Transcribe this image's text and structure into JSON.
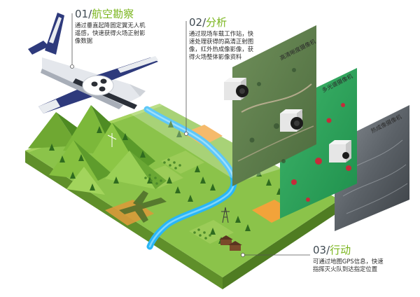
{
  "sections": [
    {
      "number": "01",
      "title": "航空勘察",
      "desc_lines": [
        "通过垂直起降固定翼无人机",
        "遥感，快速获得火场正射影",
        "像数据"
      ]
    },
    {
      "number": "02",
      "title": "分析",
      "desc_lines": [
        "通过现场车载工作站，快",
        "速处理获得的高清正射图",
        "像，红外热成像影像，获",
        "得火场整体影像资料"
      ]
    },
    {
      "number": "03",
      "title": "行动",
      "desc_lines": [
        "可通过地图GPS信息，快速",
        "指挥灭火队到达指定位置"
      ]
    }
  ],
  "cameras": [
    {
      "label": "高清晰度摄像机"
    },
    {
      "label": "多光谱摄像机"
    },
    {
      "label": "热成像摄像机"
    }
  ],
  "colors": {
    "accent_green": "#7ab51d",
    "drone_navy": "#2e3a7c",
    "terrain_green": "#8bc34a",
    "river_blue": "#29b6f6",
    "field_orange": "#f2a33a"
  }
}
